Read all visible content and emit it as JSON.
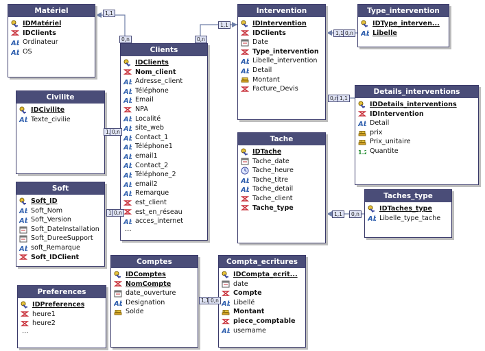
{
  "tables": [
    {
      "id": "materiel",
      "title": "Matériel",
      "fields": [
        {
          "name": "IDMatériel",
          "icon": "key-icon",
          "style": "pk"
        },
        {
          "name": "IDClients",
          "icon": "foreign-key-icon",
          "style": "bold"
        },
        {
          "name": "Ordinateur",
          "icon": "text-field-icon",
          "style": ""
        },
        {
          "name": "OS",
          "icon": "text-field-icon",
          "style": ""
        }
      ]
    },
    {
      "id": "clients",
      "title": "Clients",
      "more": "...",
      "fields": [
        {
          "name": "IDClients",
          "icon": "key-icon",
          "style": "pk"
        },
        {
          "name": "Nom_client",
          "icon": "foreign-key-icon",
          "style": "bold"
        },
        {
          "name": "Adresse_client",
          "icon": "text-field-icon",
          "style": ""
        },
        {
          "name": "Téléphone",
          "icon": "text-field-icon",
          "style": ""
        },
        {
          "name": "Email",
          "icon": "text-field-icon",
          "style": ""
        },
        {
          "name": "NPA",
          "icon": "foreign-key-icon",
          "style": ""
        },
        {
          "name": "Localité",
          "icon": "text-field-icon",
          "style": ""
        },
        {
          "name": "site_web",
          "icon": "text-field-icon",
          "style": ""
        },
        {
          "name": "Contact_1",
          "icon": "text-field-icon",
          "style": ""
        },
        {
          "name": "Téléphone1",
          "icon": "text-field-icon",
          "style": ""
        },
        {
          "name": "email1",
          "icon": "text-field-icon",
          "style": ""
        },
        {
          "name": "Contact_2",
          "icon": "text-field-icon",
          "style": ""
        },
        {
          "name": "Téléphone_2",
          "icon": "text-field-icon",
          "style": ""
        },
        {
          "name": "email2",
          "icon": "text-field-icon",
          "style": ""
        },
        {
          "name": "Remarque",
          "icon": "text-field-icon",
          "style": ""
        },
        {
          "name": "est_client",
          "icon": "foreign-key-icon",
          "style": ""
        },
        {
          "name": "est_en_réseau",
          "icon": "foreign-key-icon",
          "style": ""
        },
        {
          "name": "acces_internet",
          "icon": "text-field-icon",
          "style": ""
        }
      ]
    },
    {
      "id": "civilite",
      "title": "Civilite",
      "fields": [
        {
          "name": "IDCivilite",
          "icon": "key-icon",
          "style": "pk"
        },
        {
          "name": "Texte_civilie",
          "icon": "text-field-icon",
          "style": ""
        }
      ]
    },
    {
      "id": "soft",
      "title": "Soft",
      "fields": [
        {
          "name": "Soft_ID",
          "icon": "key-icon",
          "style": "pk"
        },
        {
          "name": "Soft_Nom",
          "icon": "text-field-icon",
          "style": ""
        },
        {
          "name": "Soft_Version",
          "icon": "text-field-icon",
          "style": ""
        },
        {
          "name": "Soft_DateInstallation",
          "icon": "date-field-icon",
          "style": ""
        },
        {
          "name": "Soft_DureeSupport",
          "icon": "date-field-icon",
          "style": ""
        },
        {
          "name": "soft_Remarque",
          "icon": "text-field-icon",
          "style": ""
        },
        {
          "name": "Soft_IDClient",
          "icon": "foreign-key-icon",
          "style": "bold"
        }
      ]
    },
    {
      "id": "preferences",
      "title": "Preferences",
      "more": "...",
      "fields": [
        {
          "name": "IDPreferences",
          "icon": "key-icon",
          "style": "pk"
        },
        {
          "name": "heure1",
          "icon": "foreign-key-icon",
          "style": ""
        },
        {
          "name": "heure2",
          "icon": "foreign-key-icon",
          "style": ""
        }
      ]
    },
    {
      "id": "comptes",
      "title": "Comptes",
      "fields": [
        {
          "name": "IDComptes",
          "icon": "key-icon",
          "style": "pk"
        },
        {
          "name": "NomCompte",
          "icon": "foreign-key-icon",
          "style": "pk"
        },
        {
          "name": "date_ouverture",
          "icon": "date-field-icon",
          "style": ""
        },
        {
          "name": "Designation",
          "icon": "text-field-icon",
          "style": ""
        },
        {
          "name": "Solde",
          "icon": "currency-field-icon",
          "style": ""
        }
      ]
    },
    {
      "id": "compta",
      "title": "Compta_ecritures",
      "fields": [
        {
          "name": "IDCompta_ecrit...",
          "icon": "key-icon",
          "style": "pk"
        },
        {
          "name": "date",
          "icon": "date-field-icon",
          "style": ""
        },
        {
          "name": "Compte",
          "icon": "foreign-key-icon",
          "style": "bold"
        },
        {
          "name": "Libellé",
          "icon": "text-field-icon",
          "style": ""
        },
        {
          "name": "Montant",
          "icon": "currency-field-icon",
          "style": "bold"
        },
        {
          "name": "piece_comptable",
          "icon": "foreign-key-icon",
          "style": "bold"
        },
        {
          "name": "username",
          "icon": "text-field-icon",
          "style": ""
        }
      ]
    },
    {
      "id": "intervention",
      "title": "Intervention",
      "fields": [
        {
          "name": "IDIntervention",
          "icon": "key-icon",
          "style": "pk"
        },
        {
          "name": "IDClients",
          "icon": "foreign-key-icon",
          "style": "bold"
        },
        {
          "name": "Date",
          "icon": "date-field-icon",
          "style": ""
        },
        {
          "name": "Type_intervention",
          "icon": "foreign-key-icon",
          "style": "bold"
        },
        {
          "name": "Libelle_intervention",
          "icon": "text-field-icon",
          "style": ""
        },
        {
          "name": "Detail",
          "icon": "text-field-icon",
          "style": ""
        },
        {
          "name": "Montant",
          "icon": "currency-field-icon",
          "style": ""
        },
        {
          "name": "Facture_Devis",
          "icon": "foreign-key-icon",
          "style": ""
        }
      ]
    },
    {
      "id": "type_intervention",
      "title": "Type_intervention",
      "fields": [
        {
          "name": "IDType_interven...",
          "icon": "key-icon",
          "style": "pk"
        },
        {
          "name": "Libelle",
          "icon": "text-field-icon",
          "style": "pk"
        }
      ]
    },
    {
      "id": "details",
      "title": "Details_interventions",
      "fields": [
        {
          "name": "IDDetails_interventions",
          "icon": "key-icon",
          "style": "pk"
        },
        {
          "name": "IDIntervention",
          "icon": "foreign-key-icon",
          "style": "bold"
        },
        {
          "name": "Detail",
          "icon": "text-field-icon",
          "style": ""
        },
        {
          "name": "prix",
          "icon": "currency-field-icon",
          "style": ""
        },
        {
          "name": "Prix_unitaire",
          "icon": "currency-field-icon",
          "style": ""
        },
        {
          "name": "Quantite",
          "icon": "numeric-field-icon",
          "style": ""
        }
      ]
    },
    {
      "id": "tache",
      "title": "Tache",
      "fields": [
        {
          "name": "IDTache",
          "icon": "key-icon",
          "style": "pk"
        },
        {
          "name": "Tache_date",
          "icon": "date-field-icon",
          "style": ""
        },
        {
          "name": "Tache_heure",
          "icon": "time-field-icon",
          "style": ""
        },
        {
          "name": "Tache_titre",
          "icon": "text-field-icon",
          "style": ""
        },
        {
          "name": "Tache_detail",
          "icon": "text-field-icon",
          "style": ""
        },
        {
          "name": "Tache_client",
          "icon": "foreign-key-icon",
          "style": ""
        },
        {
          "name": "Tache_type",
          "icon": "foreign-key-icon",
          "style": "bold"
        }
      ]
    },
    {
      "id": "taches_type",
      "title": "Taches_type",
      "fields": [
        {
          "name": "IDTaches_type",
          "icon": "key-icon",
          "style": "pk"
        },
        {
          "name": "Libelle_type_tache",
          "icon": "text-field-icon",
          "style": ""
        }
      ]
    }
  ],
  "cardinality_labels": [
    {
      "id": "materiel_11",
      "text": "1,1"
    },
    {
      "id": "clients_top_0n",
      "text": "0,n"
    },
    {
      "id": "clients_top_0n_2",
      "text": "0,n"
    },
    {
      "id": "intervention_11",
      "text": "1,1"
    },
    {
      "id": "civilite_11",
      "text": "1,1"
    },
    {
      "id": "clients_left_0n",
      "text": "0,n"
    },
    {
      "id": "soft_11",
      "text": "1,1"
    },
    {
      "id": "clients_soft_0n",
      "text": "0,n"
    },
    {
      "id": "typeint_11",
      "text": "1,1"
    },
    {
      "id": "typeint_0n",
      "text": "0,n"
    },
    {
      "id": "details_0n",
      "text": "0,n"
    },
    {
      "id": "details_11",
      "text": "1,1"
    },
    {
      "id": "comptes_11",
      "text": "1,1"
    },
    {
      "id": "compta_0n",
      "text": "0,n"
    },
    {
      "id": "tache_11",
      "text": "1,1"
    },
    {
      "id": "tachetype_0n",
      "text": "0,n"
    }
  ]
}
